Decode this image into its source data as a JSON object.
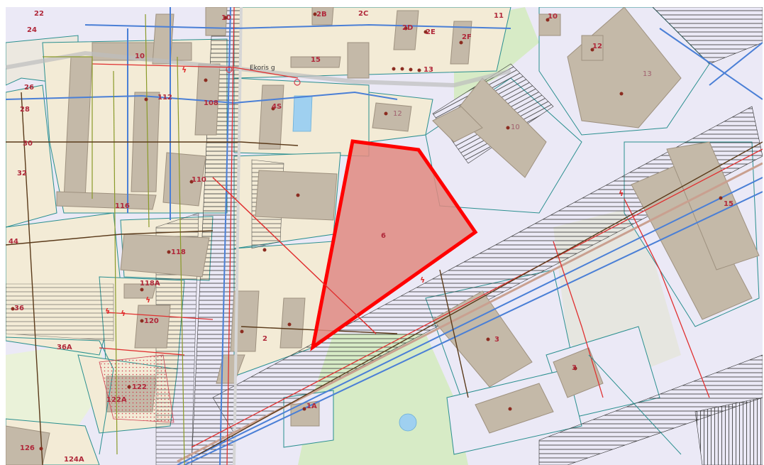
{
  "map": {
    "colors": {
      "background": "#ebe9f6",
      "parcel_fill": "#f3ebd6",
      "parcel_outline": "#2a8f8f",
      "building": "#c4b9a8",
      "building_outline": "#9e917f",
      "green_area": "#d7ebc6",
      "water": "#9fd0f0",
      "pipeline_blue": "#4a7fd6",
      "power_red": "#e03030",
      "line_olive": "#8a9a2a",
      "line_brown": "#5a3a1a",
      "hatch": "#333333",
      "selection_fill": "#e08a80",
      "selection_stroke": "#ff0000",
      "label": "#b0283a"
    },
    "street_label": "Ekoris g",
    "selected_parcel": {
      "label": "6"
    },
    "labels": [
      {
        "id": "l22",
        "text": "22"
      },
      {
        "id": "l24",
        "text": "24"
      },
      {
        "id": "l26",
        "text": "26"
      },
      {
        "id": "l28",
        "text": "28"
      },
      {
        "id": "l30",
        "text": "30"
      },
      {
        "id": "l32",
        "text": "32"
      },
      {
        "id": "l44",
        "text": "44"
      },
      {
        "id": "l36",
        "text": "36"
      },
      {
        "id": "l36A",
        "text": "36A"
      },
      {
        "id": "l10a",
        "text": "10"
      },
      {
        "id": "l2B",
        "text": "2B"
      },
      {
        "id": "l2C",
        "text": "2C"
      },
      {
        "id": "l2D",
        "text": "2D"
      },
      {
        "id": "l2E",
        "text": "2E"
      },
      {
        "id": "l2F",
        "text": "2F"
      },
      {
        "id": "l11",
        "text": "11"
      },
      {
        "id": "l10b",
        "text": "10"
      },
      {
        "id": "l12a",
        "text": "12"
      },
      {
        "id": "l13a",
        "text": "13"
      },
      {
        "id": "l15a",
        "text": "15"
      },
      {
        "id": "l13b",
        "text": "13"
      },
      {
        "id": "l112",
        "text": "112"
      },
      {
        "id": "l108",
        "text": "108"
      },
      {
        "id": "l4S",
        "text": "4S"
      },
      {
        "id": "l12b",
        "text": "12"
      },
      {
        "id": "l10c",
        "text": "10"
      },
      {
        "id": "l110",
        "text": "110"
      },
      {
        "id": "l116",
        "text": "116"
      },
      {
        "id": "l118",
        "text": "118"
      },
      {
        "id": "l118A",
        "text": "118A"
      },
      {
        "id": "l120",
        "text": "120"
      },
      {
        "id": "l122",
        "text": "122"
      },
      {
        "id": "l122A",
        "text": "122A"
      },
      {
        "id": "l126",
        "text": "126"
      },
      {
        "id": "l124A",
        "text": "124A"
      },
      {
        "id": "l2",
        "text": "2"
      },
      {
        "id": "l1A",
        "text": "1A"
      },
      {
        "id": "l3a",
        "text": "3"
      },
      {
        "id": "l3b",
        "text": "3"
      },
      {
        "id": "l15b",
        "text": "15"
      },
      {
        "id": "l10d",
        "text": "10"
      }
    ]
  }
}
